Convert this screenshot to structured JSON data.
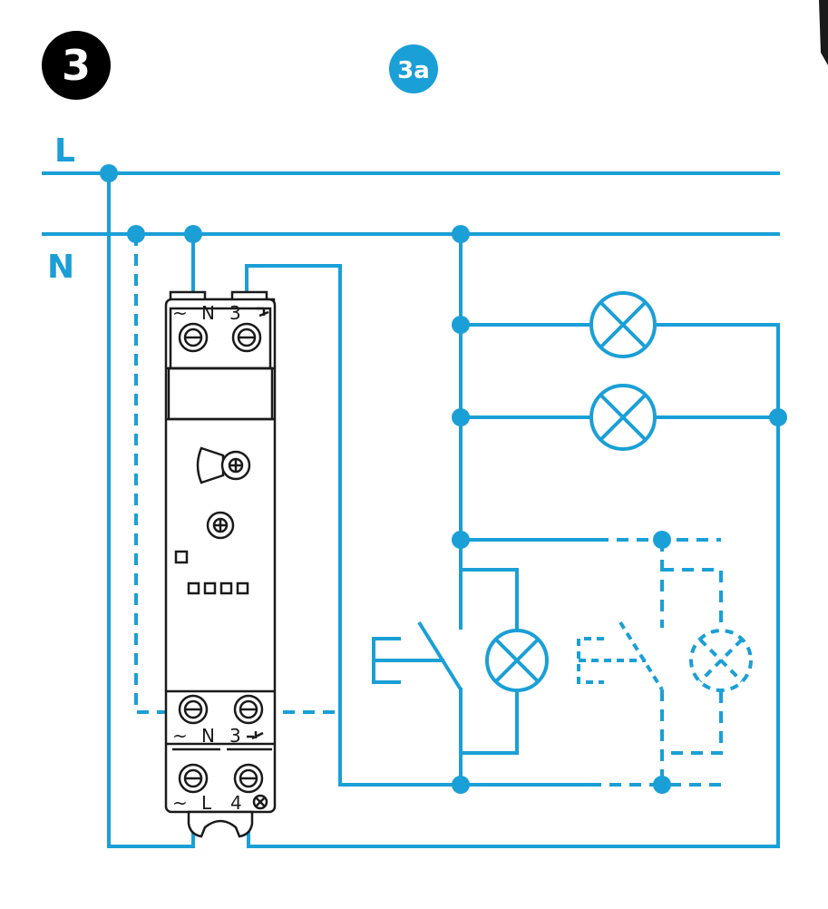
{
  "step_number": "3",
  "variant_badge": "3a",
  "lines": {
    "L": "L",
    "N": "N"
  },
  "terminals": {
    "top": [
      "~",
      "N",
      "3"
    ],
    "bottom_upper": [
      "~",
      "N",
      "3"
    ],
    "bottom_lower": [
      "~",
      "L",
      "4"
    ]
  },
  "colors": {
    "wire": "#1a9fd6",
    "badge": "#1a9fd6",
    "device": "#1a1a1a",
    "text_dark": "#000000"
  },
  "icons": [
    "lamp-icon",
    "pushbutton-icon",
    "screw-terminal-icon",
    "adjust-knob-icon"
  ]
}
